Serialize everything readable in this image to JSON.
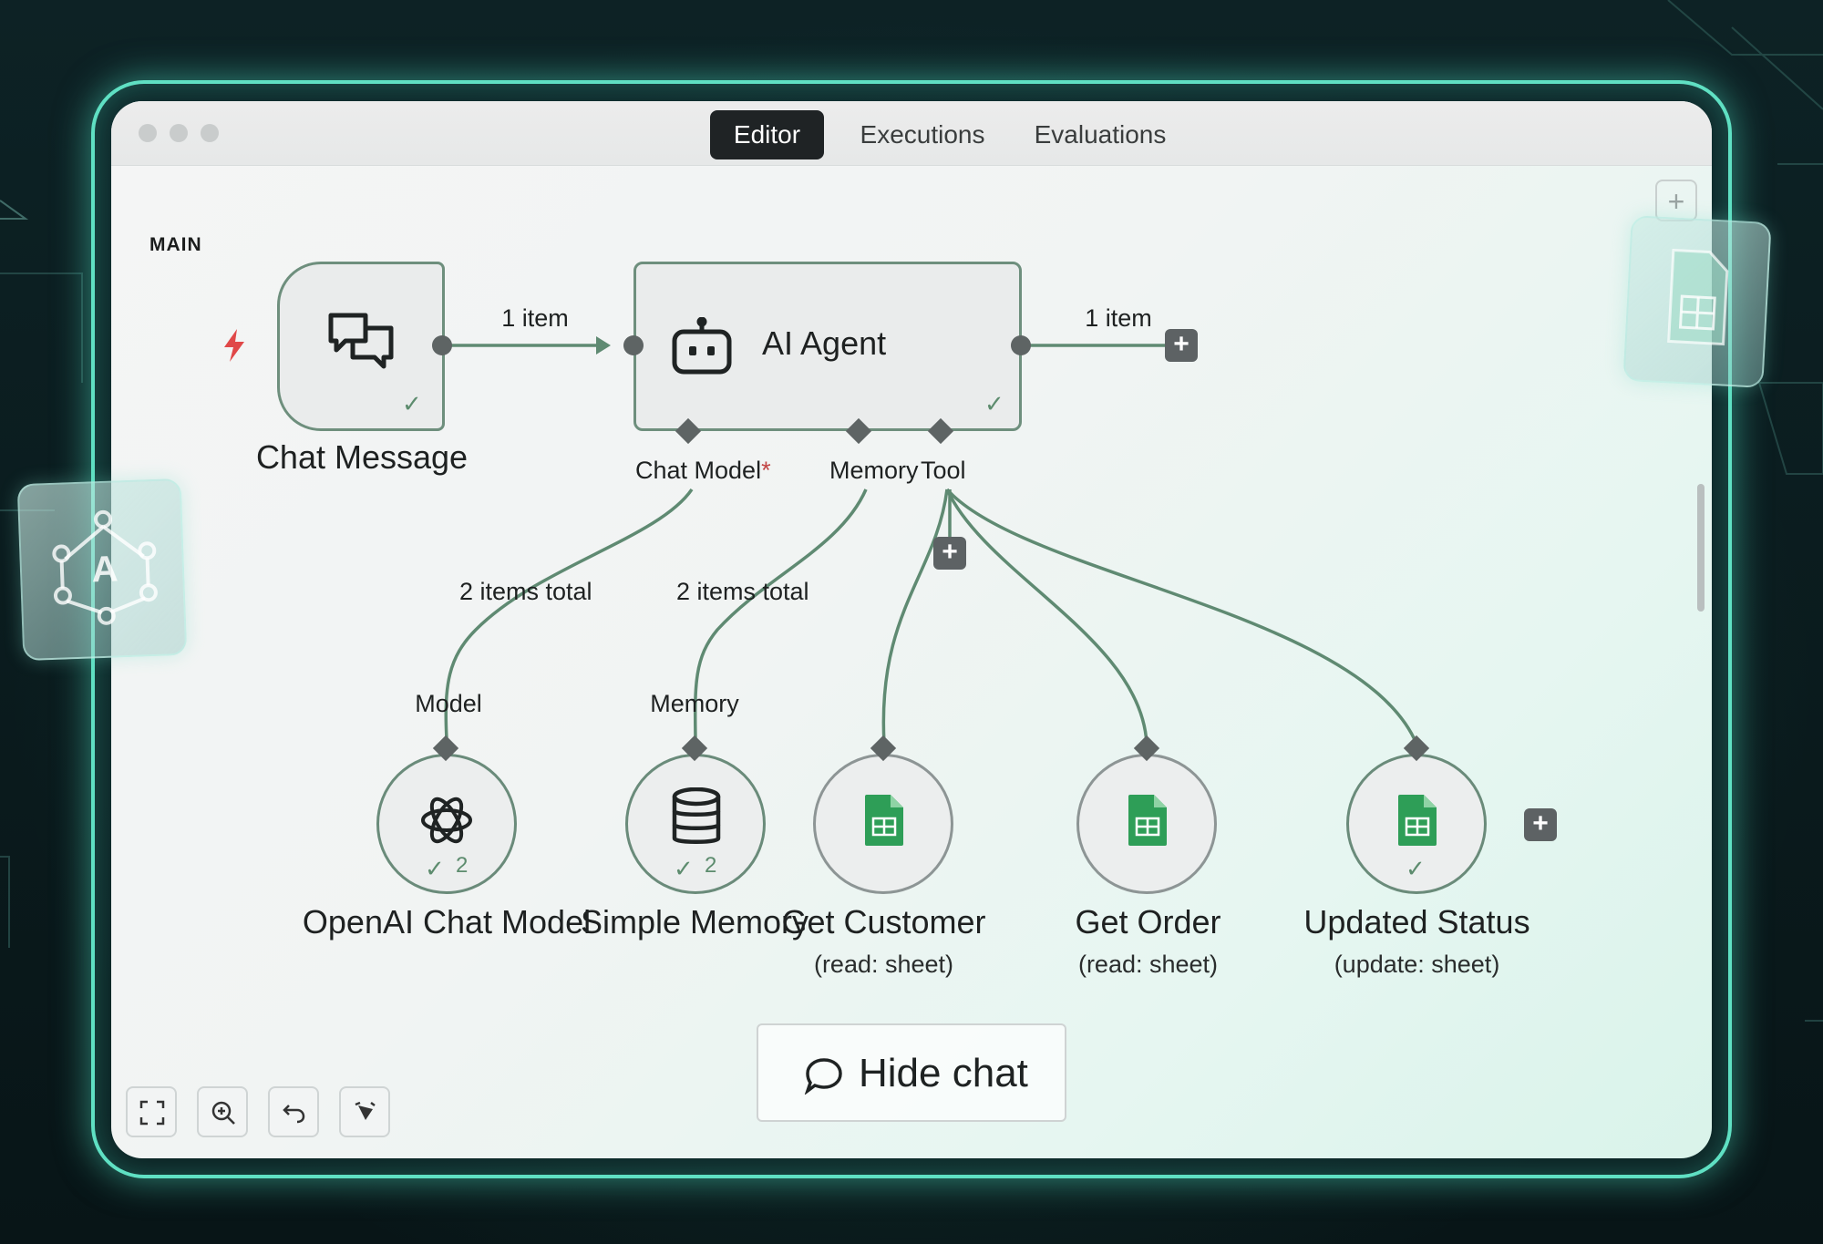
{
  "window": {
    "tabs": [
      {
        "label": "Editor",
        "active": true
      },
      {
        "label": "Executions",
        "active": false
      },
      {
        "label": "Evaluations",
        "active": false
      }
    ]
  },
  "canvas": {
    "section_label": "MAIN",
    "nodes": {
      "chat_message": {
        "label": "Chat Message",
        "icon": "chat-bubbles-icon"
      },
      "ai_agent": {
        "label": "AI Agent",
        "icon": "robot-icon",
        "ports": {
          "chat_model": "Chat Model",
          "required_mark": "*",
          "memory": "Memory",
          "tool": "Tool"
        }
      },
      "openai": {
        "label": "OpenAI Chat Model",
        "icon": "openai-icon",
        "port": "Model",
        "count": "2"
      },
      "memory": {
        "label": "Simple Memory",
        "icon": "database-icon",
        "port": "Memory",
        "count": "2"
      },
      "get_customer": {
        "label": "Get Customer",
        "sub": "(read: sheet)",
        "icon": "google-sheets-icon"
      },
      "get_order": {
        "label": "Get Order",
        "sub": "(read: sheet)",
        "icon": "google-sheets-icon"
      },
      "updated_status": {
        "label": "Updated Status",
        "sub": "(update: sheet)",
        "icon": "google-sheets-icon"
      }
    },
    "connections": {
      "chat_to_agent": "1 item",
      "agent_out": "1 item",
      "model_total": "2 items total",
      "memory_total": "2 items total"
    }
  },
  "chat_button": {
    "label": "Hide chat",
    "icon": "speech-bubble-icon"
  },
  "toolbar": {
    "fit_icon": "fit-view-icon",
    "zoom_icon": "zoom-in-icon",
    "undo_icon": "undo-icon",
    "tidy_icon": "tidy-up-icon"
  },
  "colors": {
    "accent_glow": "#5fe0c3",
    "connection": "#5f8a72",
    "sheets_green": "#2e9e57",
    "trigger_red": "#e04848"
  }
}
